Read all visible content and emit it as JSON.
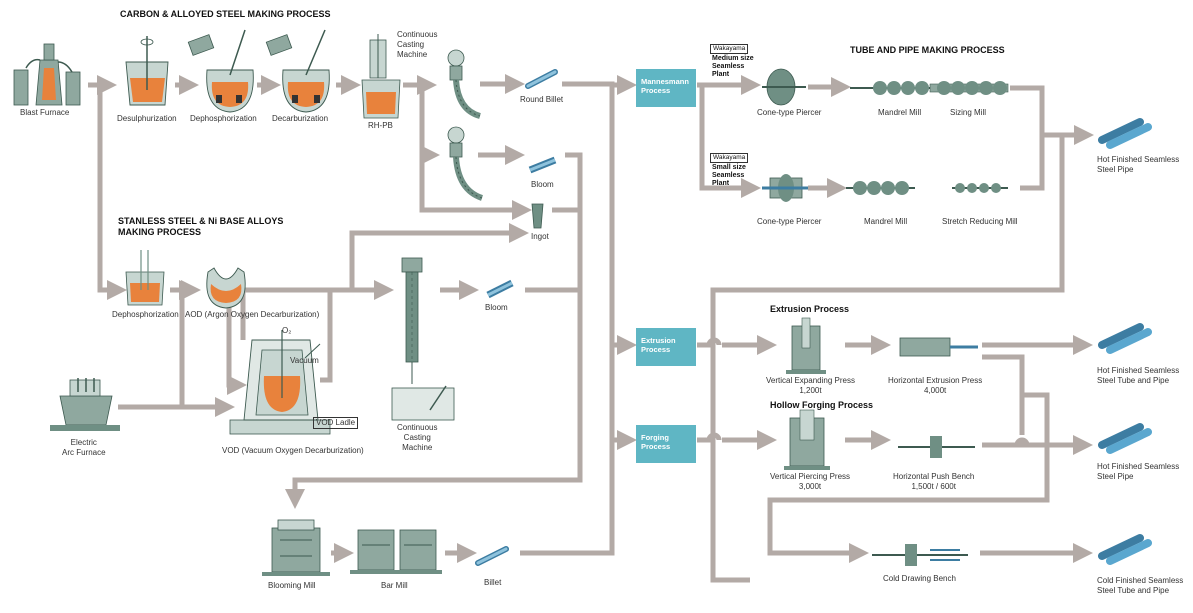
{
  "headings": {
    "carbon": "CARBON & ALLOYED STEEL MAKING PROCESS",
    "stainless": "STANLESS STEEL & Ni BASE ALLOYS\nMAKING PROCESS",
    "tube": "TUBE AND PIPE MAKING PROCESS",
    "extrusion": "Extrusion Process",
    "hollow": "Hollow Forging Process"
  },
  "labels": {
    "blast_furnace": "Blast Furnace",
    "desulphurization": "Desulphurization",
    "dephosphorization": "Dephosphorization",
    "decarburization": "Decarburization",
    "rh_pb": "RH-PB",
    "cc_top": "Continuous\nCasting\nMachine",
    "round_billet": "Round Billet",
    "bloom_top": "Bloom",
    "ingot": "Ingot",
    "dephos2": "Dephosphorization",
    "aod": "AOD (Argon Oxygen Decarburization)",
    "bloom_mid": "Bloom",
    "cc_bottom": "Continuous\nCasting\nMachine",
    "eaf": "Electric\nArc Furnace",
    "vod": "VOD (Vacuum Oxygen Decarburization)",
    "o2": "O₂",
    "vacuum": "Vacuum",
    "vod_ladle": "VOD Ladle",
    "blooming_mill": "Blooming Mill",
    "bar_mill": "Bar Mill",
    "billet": "Billet",
    "cone1": "Cone-type Piercer",
    "mandrel1": "Mandrel Mill",
    "sizing": "Sizing Mill",
    "cone2": "Cone-type Piercer",
    "mandrel2": "Mandrel Mill",
    "stretch": "Stretch Reducing Mill",
    "hot_pipe1": "Hot Finished Seamless\nSteel Pipe",
    "vep": "Vertical Expanding Press\n1,200t",
    "hep": "Horizontal Extrusion Press\n4,000t",
    "hot_tube": "Hot Finished Seamless\nSteel Tube and Pipe",
    "vpp": "Vertical Piercing Press\n3,000t",
    "hpb": "Horizontal Push Bench\n1,500t / 600t",
    "hot_pipe2": "Hot Finished Seamless\nSteel Pipe",
    "cold_draw": "Cold Drawing Bench",
    "cold_pipe": "Cold Finished Seamless\nSteel Tube and Pipe"
  },
  "boxes": {
    "mannesmann": "Mannesmann\nProcess",
    "extrusion": "Extrusion\nProcess",
    "forging": "Forging\nProcess"
  },
  "plants": {
    "tag1": "Wakayama",
    "medium": "Medium size\nSeamless\nPlant",
    "tag2": "Wakayama",
    "small": "Small size\nSeamless\nPlant"
  },
  "colors": {
    "flow_arrow": "#b3aaa6",
    "process_box": "#5fb6c4",
    "equipment": "#6f8f84",
    "molten_steel": "#e8823c",
    "product_pipe": "#5aa7cf"
  }
}
